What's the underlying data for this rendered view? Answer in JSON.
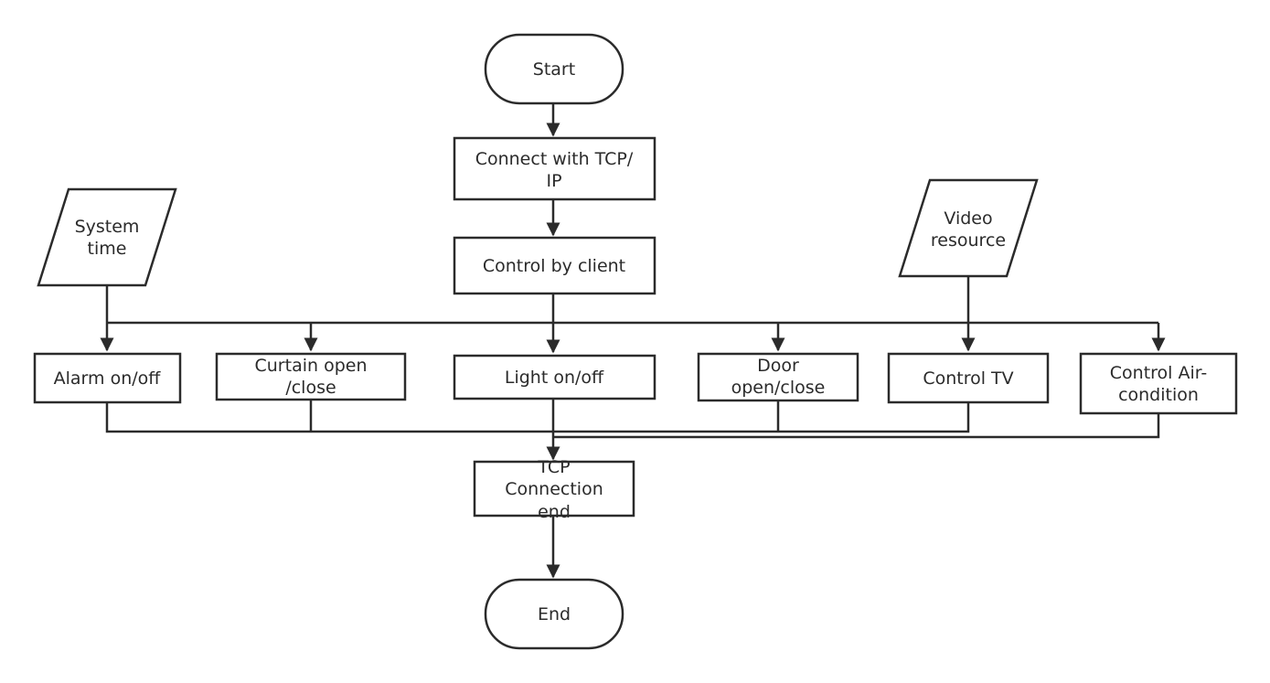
{
  "flowchart": {
    "start": "Start",
    "connect": [
      "Connect with TCP/",
      "IP"
    ],
    "control_by_client": "Control by client",
    "system_time": [
      "System",
      "time"
    ],
    "video_resource": [
      "Video",
      "resource"
    ],
    "alarm": "Alarm on/off",
    "curtain": [
      "Curtain open",
      "/close"
    ],
    "light": "Light on/off",
    "door": [
      "Door",
      "open/close"
    ],
    "control_tv": "Control TV",
    "control_air": [
      "Control Air-",
      "condition"
    ],
    "tcp_end": [
      "TCP",
      "Connection",
      "end"
    ],
    "end": "End"
  },
  "colors": {
    "stroke": "#2b2b2b",
    "background": "#ffffff"
  }
}
